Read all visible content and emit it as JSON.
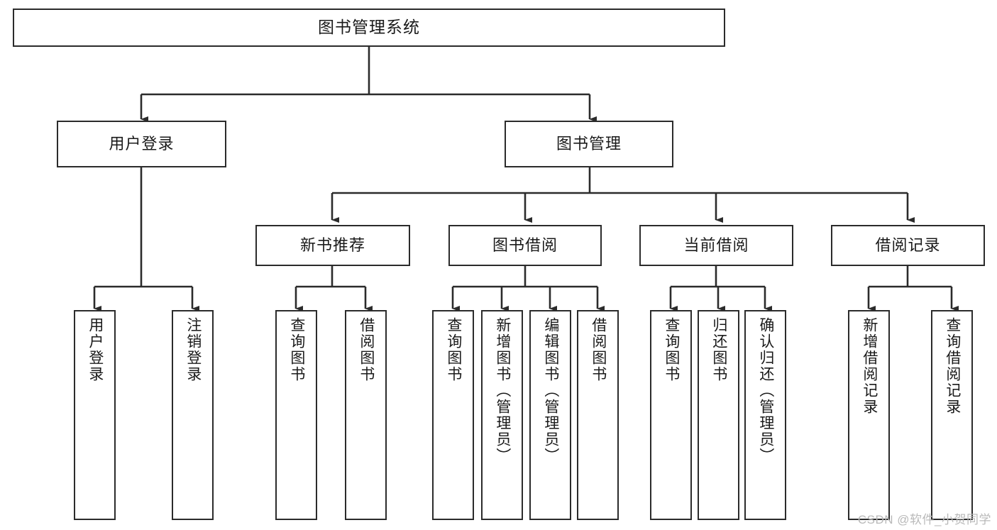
{
  "diagram": {
    "type": "tree",
    "title": "图书管理系统",
    "watermark": "CSDN @软件_小贺同学",
    "colors": {
      "border": "#2b2b2b",
      "background": "#ffffff",
      "text": "#1a1a1a",
      "watermark": "#b9b9b9"
    },
    "nodes": {
      "root": {
        "label": "图书管理系统"
      },
      "level1": [
        {
          "label": "用户登录"
        },
        {
          "label": "图书管理"
        }
      ],
      "level2": [
        {
          "label": "新书推荐"
        },
        {
          "label": "图书借阅"
        },
        {
          "label": "当前借阅"
        },
        {
          "label": "借阅记录"
        }
      ],
      "leaves": {
        "user_login": [
          {
            "label": "用户登录"
          },
          {
            "label": "注销登录"
          }
        ],
        "new_book_recommend": [
          {
            "label": "查询图书"
          },
          {
            "label": "借阅图书"
          }
        ],
        "book_borrow": [
          {
            "label": "查询图书"
          },
          {
            "label": "新增图书（管理员）"
          },
          {
            "label": "编辑图书（管理员）"
          },
          {
            "label": "借阅图书"
          }
        ],
        "current_borrow": [
          {
            "label": "查询图书"
          },
          {
            "label": "归还图书"
          },
          {
            "label": "确认归还（管理员）"
          }
        ],
        "borrow_record": [
          {
            "label": "新增借阅记录"
          },
          {
            "label": "查询借阅记录"
          }
        ]
      }
    }
  }
}
